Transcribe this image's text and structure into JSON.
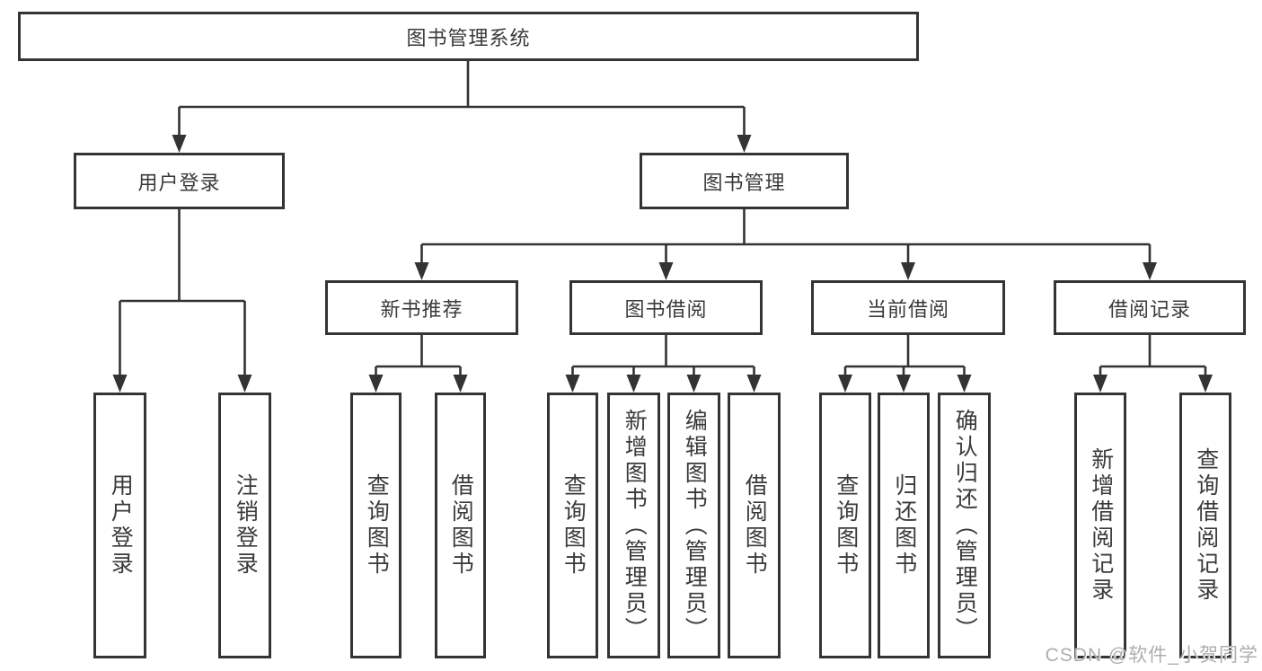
{
  "diagram": {
    "root_label": "图书管理系统",
    "level2": {
      "user_login": "用户登录",
      "book_management": "图书管理"
    },
    "level3": {
      "new_book_recommend": "新书推荐",
      "book_borrow": "图书借阅",
      "current_borrow": "当前借阅",
      "borrow_record": "借阅记录"
    },
    "leaves": {
      "user_login": [
        "用户登录",
        "注销登录"
      ],
      "new_book_recommend": [
        "查询图书",
        "借阅图书"
      ],
      "book_borrow": [
        "查询图书",
        "新增图书（管理员）",
        "编辑图书（管理员）",
        "借阅图书"
      ],
      "current_borrow": [
        "查询图书",
        "归还图书",
        "确认归还（管理员）"
      ],
      "borrow_record": [
        "新增借阅记录",
        "查询借阅记录"
      ]
    },
    "watermark": "CSDN @软件_小贺同学",
    "colors": {
      "line": "#333333",
      "text": "#3a3a3a",
      "box_background": "#ffffff",
      "page_background": "#ffffff",
      "watermark": "#aeaeae"
    }
  }
}
